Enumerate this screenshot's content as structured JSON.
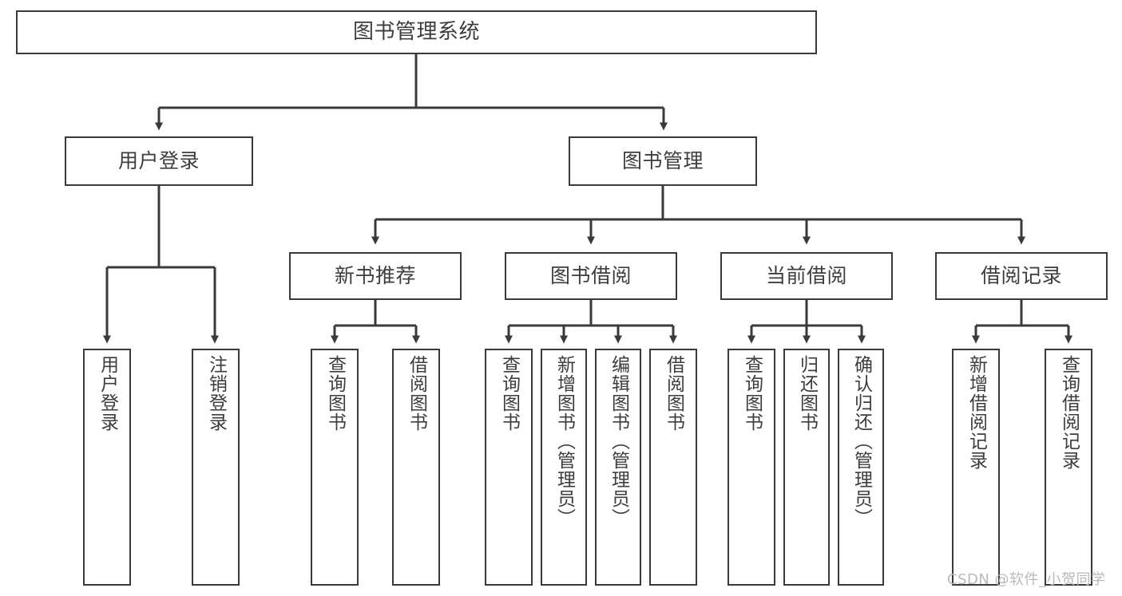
{
  "diagram": {
    "title": "图书管理系统",
    "type": "hierarchy-tree",
    "root": {
      "label": "图书管理系统"
    },
    "level2": [
      {
        "id": "user-login",
        "label": "用户登录"
      },
      {
        "id": "book-management",
        "label": "图书管理"
      }
    ],
    "level3": [
      {
        "id": "new-book-recommend",
        "label": "新书推荐",
        "parent": "book-management"
      },
      {
        "id": "book-borrow",
        "label": "图书借阅",
        "parent": "book-management"
      },
      {
        "id": "current-borrow",
        "label": "当前借阅",
        "parent": "book-management"
      },
      {
        "id": "borrow-record",
        "label": "借阅记录",
        "parent": "book-management"
      }
    ],
    "leaves": [
      {
        "id": "leaf-user-login",
        "label": "用户登录",
        "parent": "user-login"
      },
      {
        "id": "leaf-logout",
        "label": "注销登录",
        "parent": "user-login"
      },
      {
        "id": "leaf-query-book-1",
        "label": "查询图书",
        "parent": "new-book-recommend"
      },
      {
        "id": "leaf-borrow-book-1",
        "label": "借阅图书",
        "parent": "new-book-recommend"
      },
      {
        "id": "leaf-query-book-2",
        "label": "查询图书",
        "parent": "book-borrow"
      },
      {
        "id": "leaf-add-book",
        "label": "新增图书（管理员）",
        "parent": "book-borrow"
      },
      {
        "id": "leaf-edit-book",
        "label": "编辑图书（管理员）",
        "parent": "book-borrow"
      },
      {
        "id": "leaf-borrow-book-2",
        "label": "借阅图书",
        "parent": "book-borrow"
      },
      {
        "id": "leaf-query-book-3",
        "label": "查询图书",
        "parent": "current-borrow"
      },
      {
        "id": "leaf-return-book",
        "label": "归还图书",
        "parent": "current-borrow"
      },
      {
        "id": "leaf-confirm-return",
        "label": "确认归还（管理员）",
        "parent": "current-borrow"
      },
      {
        "id": "leaf-add-record",
        "label": "新增借阅记录",
        "parent": "borrow-record"
      },
      {
        "id": "leaf-query-record",
        "label": "查询借阅记录",
        "parent": "borrow-record"
      }
    ],
    "colors": {
      "border": "#3a3a3a",
      "text": "#3d3d3d",
      "background": "#ffffff",
      "connector": "#3a3a3a",
      "watermark": "#b9b9b9"
    }
  },
  "watermark": {
    "text": "CSDN @软件_小贺同学"
  }
}
